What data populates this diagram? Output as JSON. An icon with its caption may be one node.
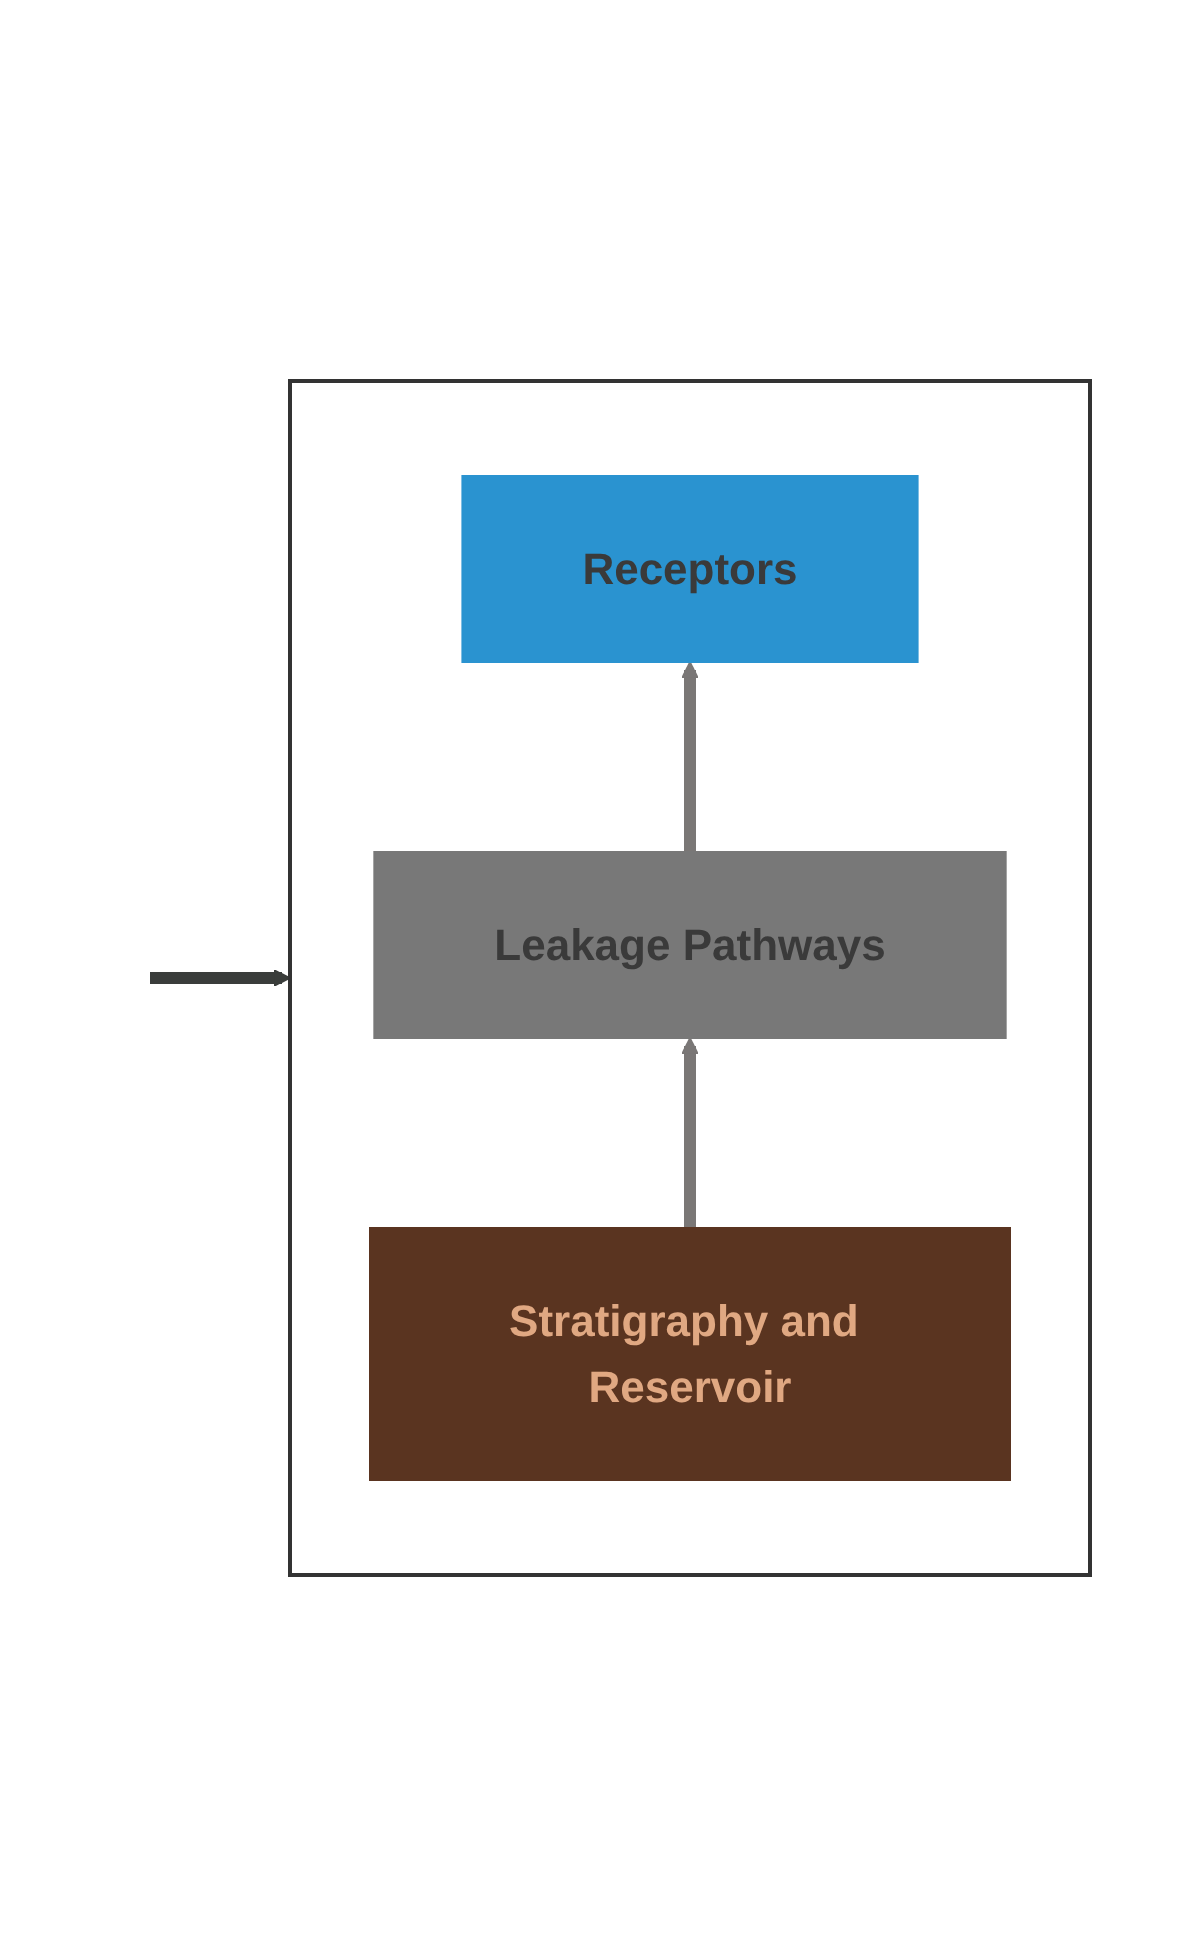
{
  "diagram": {
    "nodes": [
      {
        "text": [],
        "shape": "box"
      },
      {
        "text": [
          "Receptors"
        ],
        "in": 0
      },
      {
        "text": [
          "Leakage Pathways"
        ],
        "in": 0
      },
      {
        "text": [
          "Stratigraphy and Reservoir"
        ],
        "in": 0
      }
    ],
    "edges": [
      {
        "from": null,
        "to": 0,
        "arrow": "to",
        "color": "#3a3d3b"
      },
      {
        "from": 3,
        "to": 2,
        "arrow": "to"
      },
      {
        "from": 2,
        "to": 1,
        "arrow": "to"
      }
    ]
  }
}
